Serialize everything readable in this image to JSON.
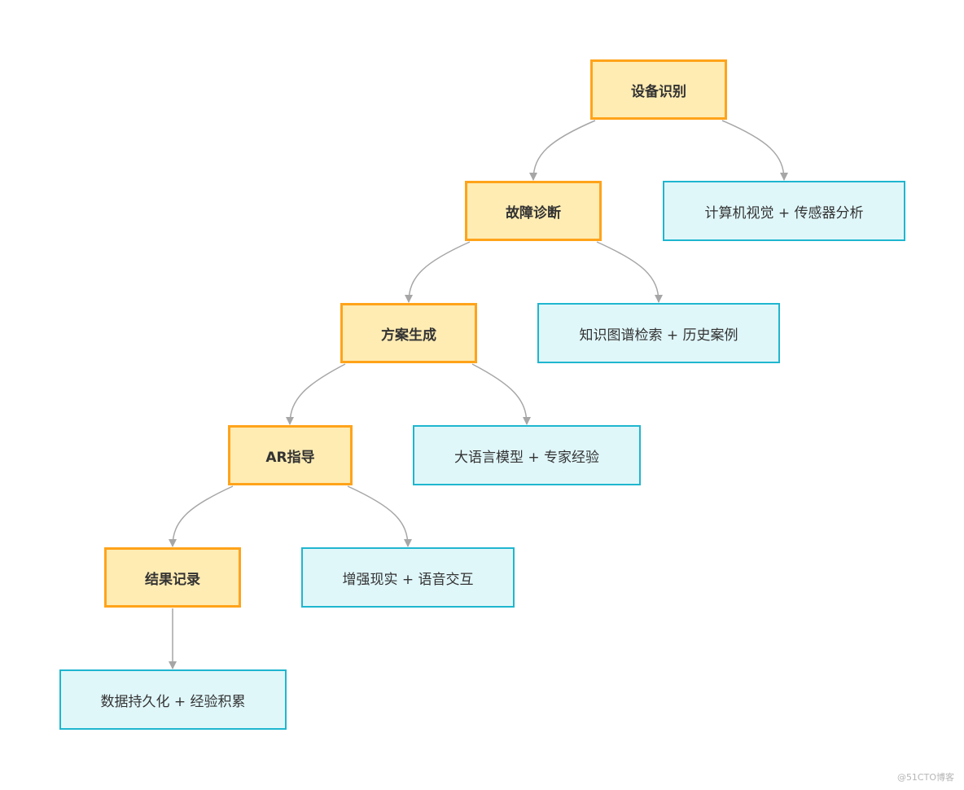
{
  "colors": {
    "step_fill": "#ffecb3",
    "step_border": "#ffa31a",
    "tech_fill": "#e0f7fa",
    "tech_border": "#1fb6cf",
    "edge": "#a6a6a6",
    "text": "#333333"
  },
  "nodes": {
    "recognize": "设备识别",
    "diagnose": "故障诊断",
    "solution": "方案生成",
    "ar": "AR指导",
    "record": "结果记录",
    "cv": "计算机视觉 + 传感器分析",
    "kg": "知识图谱检索 + 历史案例",
    "llm": "大语言模型 + 专家经验",
    "arvoice": "增强现实 + 语音交互",
    "persist": "数据持久化 + 经验积累"
  },
  "edges": [
    {
      "from": "recognize",
      "to": "diagnose"
    },
    {
      "from": "recognize",
      "to": "cv"
    },
    {
      "from": "diagnose",
      "to": "solution"
    },
    {
      "from": "diagnose",
      "to": "kg"
    },
    {
      "from": "solution",
      "to": "ar"
    },
    {
      "from": "solution",
      "to": "llm"
    },
    {
      "from": "ar",
      "to": "record"
    },
    {
      "from": "ar",
      "to": "arvoice"
    },
    {
      "from": "record",
      "to": "persist"
    }
  ],
  "watermark": "@51CTO博客"
}
